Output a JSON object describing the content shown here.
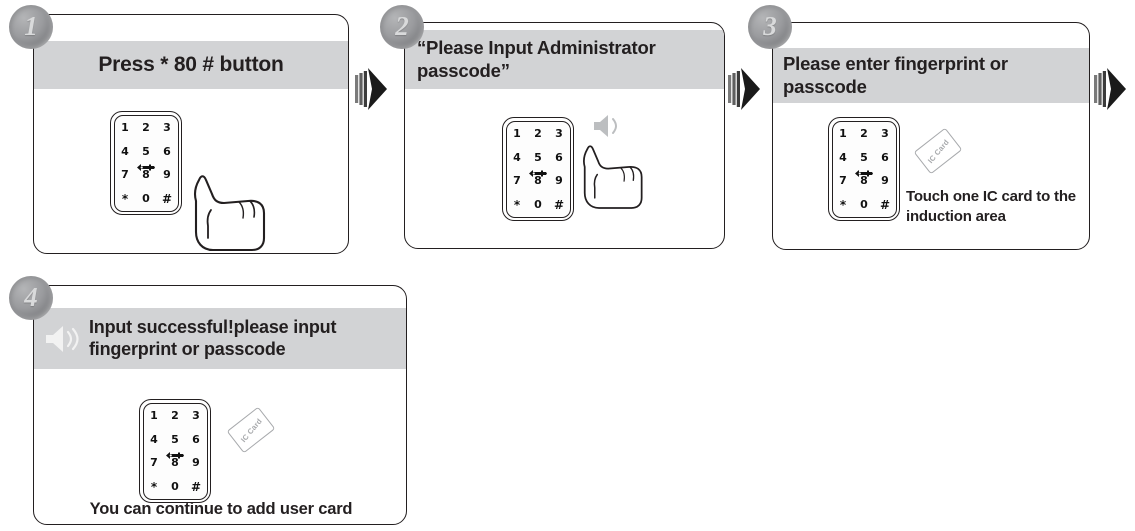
{
  "document": {
    "kind": "instruction-diagram",
    "title": "Add user card / fingerprint enrollment steps",
    "colors": {
      "banner_gray": "#d2d3d5",
      "badge_gray": "#939598",
      "badge_number": "#d9dadb",
      "outline_black": "#231f20",
      "card_gray": "#a7a9ac"
    }
  },
  "keypad": {
    "keys": [
      "1",
      "2",
      "3",
      "4",
      "5",
      "6",
      "7",
      "8",
      "9",
      "*",
      "0",
      "#"
    ],
    "center_icon": "key-icon"
  },
  "ic_card": {
    "label": "IC Card"
  },
  "arrows": [
    {
      "name": "arrow-1-to-2"
    },
    {
      "name": "arrow-2-to-3"
    },
    {
      "name": "arrow-3-to-4"
    }
  ],
  "steps": [
    {
      "number": "1",
      "banner": "Press * 80 # button",
      "banner_align": "center",
      "has_speaker": false,
      "has_card": false,
      "has_hand": true,
      "caption": ""
    },
    {
      "number": "2",
      "banner": "“Please Input Administrator passcode”",
      "banner_align": "left",
      "has_speaker": true,
      "speaker_style": "gray-outline",
      "has_card": false,
      "has_hand": true,
      "caption": ""
    },
    {
      "number": "3",
      "banner": "Please enter fingerprint or passcode",
      "banner_align": "left",
      "has_speaker": false,
      "has_card": true,
      "has_hand": false,
      "caption": "Touch one IC card to the induction area"
    },
    {
      "number": "4",
      "banner": "Input successful!please input fingerprint or passcode",
      "banner_align": "left",
      "has_speaker": true,
      "speaker_style": "white-on-banner",
      "has_card": true,
      "has_hand": false,
      "caption": "You can continue to add user card"
    }
  ]
}
